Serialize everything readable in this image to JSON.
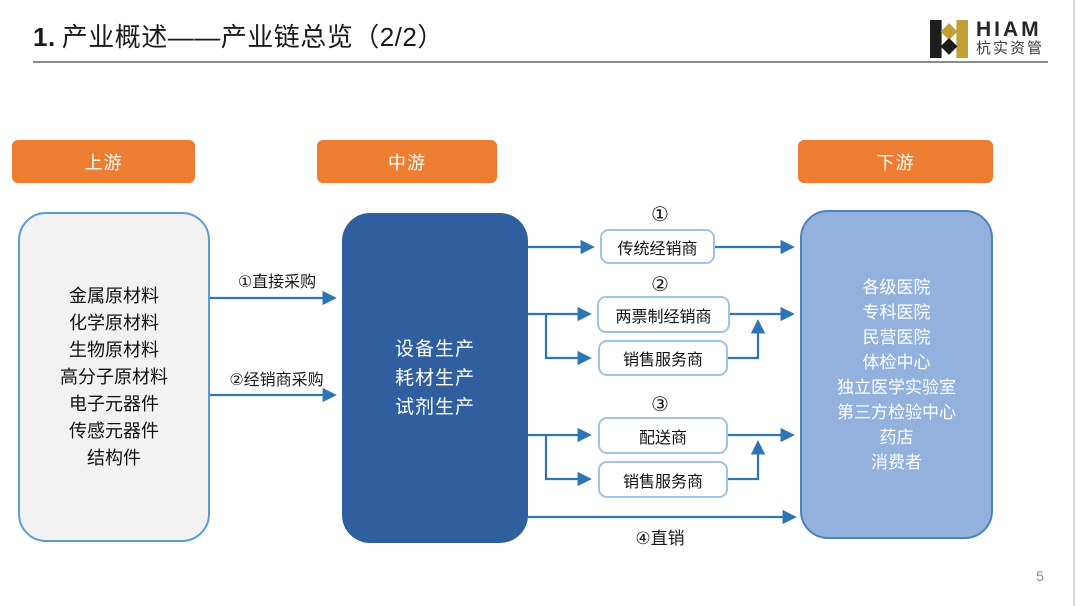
{
  "header": {
    "title_num": "1.",
    "title_text": "产业概述——产业链总览（2/2）",
    "logo_text": "HIAM",
    "logo_subtext": "杭实资管"
  },
  "stages": {
    "upstream": "上游",
    "midstream": "中游",
    "downstream": "下游"
  },
  "upstream": {
    "items": [
      "金属原材料",
      "化学原材料",
      "生物原材料",
      "高分子原材料",
      "电子元器件",
      "传感元器件",
      "结构件"
    ]
  },
  "midstream": {
    "items": [
      "设备生产",
      "耗材生产",
      "试剂生产"
    ]
  },
  "downstream": {
    "items": [
      "各级医院",
      "专科医院",
      "民营医院",
      "体检中心",
      "独立医学实验室",
      "第三方检验中心",
      "药店",
      "消费者"
    ]
  },
  "purchase_labels": {
    "direct": "①直接采购",
    "distributor": "②经销商采购"
  },
  "channels": {
    "num1": "①",
    "num2": "②",
    "num3": "③",
    "traditional_distributor": "传统经销商",
    "two_invoice_distributor": "两票制经销商",
    "sales_service_1": "销售服务商",
    "delivery_provider": "配送商",
    "sales_service_2": "销售服务商",
    "direct_sales": "④直销"
  },
  "footer": {
    "page_number": "5"
  },
  "colors": {
    "orange": "#ED7D31",
    "mid-blue": "#2F5F9E",
    "light-blue": "#92B1DC",
    "arrow-blue": "#2E75B6",
    "box-border": "#5B9BD5",
    "small-border": "#9DC3E6",
    "gold": "#C0A035"
  }
}
